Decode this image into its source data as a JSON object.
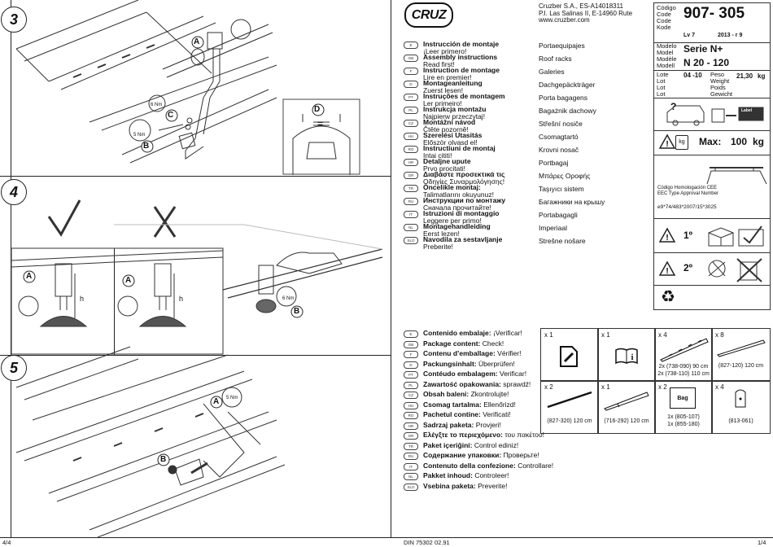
{
  "steps": {
    "s3": "3",
    "s4": "4",
    "s5": "5"
  },
  "callouts": {
    "A": "A",
    "B": "B",
    "C": "C",
    "D": "D",
    "h": "h",
    "torque_6": "6 Nm",
    "torque_5": "5 Nm",
    "equals": "="
  },
  "brand": {
    "logo": "CRUZ",
    "address_1": "Cruzber S.A., ES-A14018311",
    "address_2": "P.I. Las Salinas II, E-14960 Rute",
    "address_3": "www.cruzber.com"
  },
  "code_box": {
    "labels": [
      "Código",
      "Code",
      "Code",
      "Kode"
    ],
    "code": "907- 305",
    "lv": "Lv 7",
    "date": "2013 - r 9"
  },
  "model_box": {
    "labels": [
      "Modelo",
      "Model",
      "Modèle",
      "Modell"
    ],
    "series": "Serie N+",
    "model": "N 20 - 120"
  },
  "lot_box": {
    "labels": [
      "Lote",
      "Lot",
      "Lot",
      "Lot"
    ],
    "lot": "04 -10",
    "weight_labels": [
      "Peso",
      "Weight",
      "Poids",
      "Gewicht"
    ],
    "weight": "21,30",
    "unit": "kg"
  },
  "load": {
    "kg_icon": "kg",
    "max_label": "Max:",
    "max_value": "100",
    "max_unit": "kg"
  },
  "approval": {
    "line1": "Código Homologación CEE",
    "line2": "EEC Type Approval Number",
    "number": "e9*74/483*2007/15*3025"
  },
  "steps_icons": {
    "first": "1º",
    "second": "2º"
  },
  "label_sticker": "Label",
  "languages": [
    {
      "code": "E",
      "title": "Instrucción de montaje",
      "sub": "¡Leer primero!",
      "trans": "Portaequipajes"
    },
    {
      "code": "GB",
      "title": "Assembly instructions",
      "sub": "Read first!",
      "trans": "Roof racks"
    },
    {
      "code": "F",
      "title": "Instruction de montage",
      "sub": "Lire en premier!",
      "trans": "Galeries"
    },
    {
      "code": "D",
      "title": "Montageanleitung",
      "sub": "Zuerst lesen!",
      "trans": "Dachgepäckträger"
    },
    {
      "code": "PT",
      "title": "Instruções de montagem",
      "sub": "Ler primeiro!",
      "trans": "Porta bagagens"
    },
    {
      "code": "PL",
      "title": "Instrukcja montażu",
      "sub": "Najpierw przeczytaj!",
      "trans": "Bagażnik dachowy"
    },
    {
      "code": "CZ",
      "title": "Montážní návod",
      "sub": "Čtěte pozorně!",
      "trans": "Střešní nosiče"
    },
    {
      "code": "HU",
      "title": "Szerelési Utasitás",
      "sub": "Először olvasd el!",
      "trans": "Csomagtartó"
    },
    {
      "code": "RO",
      "title": "Instructiuni de montaj",
      "sub": "Intai cititi!",
      "trans": "Krovni nosač"
    },
    {
      "code": "HR",
      "title": "Detaljne upute",
      "sub": "Prvo procitati!",
      "trans": "Portbagaj"
    },
    {
      "code": "GR",
      "title": "Διαβάστε προσεκτικά τις",
      "sub": "Οδηγίες Συναρμολόγησης!",
      "trans": "Μπάρες Οροφής"
    },
    {
      "code": "TR",
      "title": "Öncelikle montaj:",
      "sub": "Talimatlarını okuyunuz!",
      "trans": "Taşıyıcı sistem"
    },
    {
      "code": "RU",
      "title": "Инструкции по монтажу",
      "sub": "Сначала прочитайте!",
      "trans": "Багажники на крышу"
    },
    {
      "code": "IT",
      "title": "Istruzioni di montaggio",
      "sub": "Leggere per primo!",
      "trans": "Portabagagli"
    },
    {
      "code": "NL",
      "title": "Montagehandleiding",
      "sub": "Eerst lezen!",
      "trans": "Imperiaal"
    },
    {
      "code": "SLO",
      "title": "Navodila za sestavljanje",
      "sub": "Preberite!",
      "trans": "Strešne nošare"
    }
  ],
  "package": [
    {
      "code": "E",
      "label": "Contenido embalaje:",
      "value": "¡Verificar!"
    },
    {
      "code": "GB",
      "label": "Package content:",
      "value": "Check!"
    },
    {
      "code": "F",
      "label": "Contenu d’emballage:",
      "value": "Vérifier!"
    },
    {
      "code": "D",
      "label": "Packungsinhalt:",
      "value": "Überprüfen!"
    },
    {
      "code": "PT",
      "label": "Contéudo embalagem:",
      "value": "Verificar!"
    },
    {
      "code": "PL",
      "label": "Zawartość opakowania:",
      "value": "sprawdź!"
    },
    {
      "code": "CZ",
      "label": "Obsah baleni:",
      "value": "Zkontrolujte!"
    },
    {
      "code": "HU",
      "label": "Csomag tartalma:",
      "value": "Ellenőrizd!"
    },
    {
      "code": "RO",
      "label": "Pachetul contine:",
      "value": "Verificati!"
    },
    {
      "code": "HR",
      "label": "Sadrzaj paketa:",
      "value": "Provjeri!"
    },
    {
      "code": "GR",
      "label": "Ελέγξτε το περιεχόμενο:",
      "value": "του πακέτου!"
    },
    {
      "code": "TR",
      "label": "Paket içeriğini:",
      "value": "Control ediniz!"
    },
    {
      "code": "RU",
      "label": "Содержание упаковки:",
      "value": "Проверьте!"
    },
    {
      "code": "IT",
      "label": "Contenuto della confezione:",
      "value": "Controllare!"
    },
    {
      "code": "NL",
      "label": "Pakket inhoud:",
      "value": "Controleer!"
    },
    {
      "code": "SLO",
      "label": "Vsebina paketa:",
      "value": "Preverite!"
    }
  ],
  "parts": [
    {
      "qty": "x 1",
      "caption": ""
    },
    {
      "qty": "x 1",
      "caption": ""
    },
    {
      "qty": "x 4",
      "caption": "2x (738-090) 90 cm\n2x (738-110) 110 cm"
    },
    {
      "qty": "x 8",
      "caption": "(827-120) 120 cm"
    },
    {
      "qty": "x 2",
      "caption": "(827-320) 120 cm"
    },
    {
      "qty": "x 1",
      "caption": "(716-292) 120 cm"
    },
    {
      "qty": "x 2",
      "caption": "1x (805-107)\n1x (855-180)"
    },
    {
      "qty": "x 4",
      "caption": "(813-061)"
    }
  ],
  "bag_label": "Bag",
  "footer": {
    "left": "4/4",
    "center": "DIN 75302  02.91",
    "right": "1/4"
  }
}
